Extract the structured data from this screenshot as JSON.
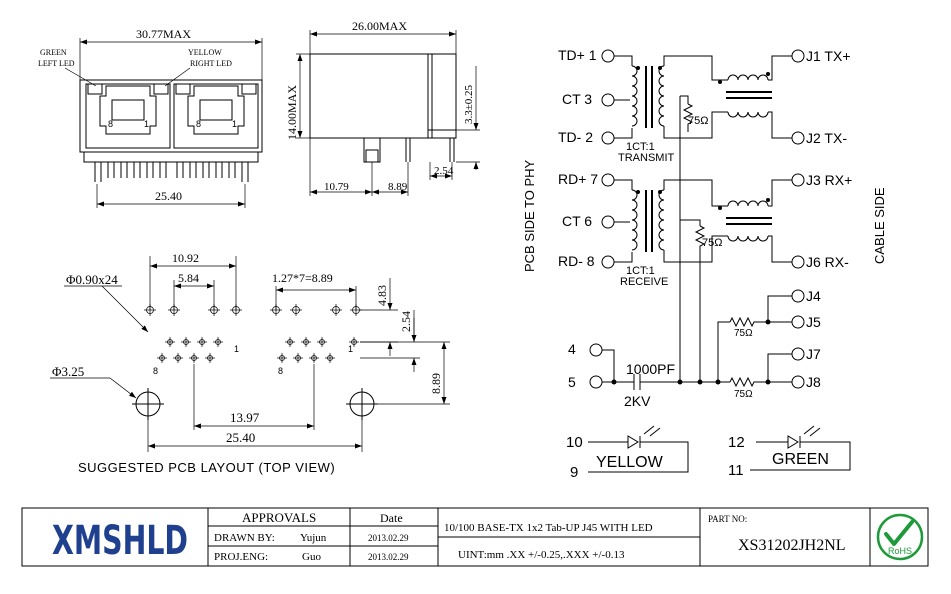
{
  "mechanical": {
    "front_width": "30.77MAX",
    "green_label": "GREEN",
    "green_sub": "LEFT LED",
    "yellow_label": "YELLOW",
    "yellow_sub": "RIGHT LED",
    "pin_8": "8",
    "pin_1": "1",
    "front_span": "25.40",
    "side_length": "26.00MAX",
    "side_height": "14.00MAX",
    "side_lead": "3.3±0.25",
    "side_dim_a": "10.79",
    "side_dim_b": "8.89",
    "side_dim_c": "2.54"
  },
  "pcb_layout": {
    "hole_small": "Φ0.90x24",
    "hole_large": "Φ3.25",
    "dim_1092": "10.92",
    "dim_584": "5.84",
    "dim_pitch": "1.27*7=8.89",
    "dim_483": "4.83",
    "dim_254": "2.54",
    "dim_889": "8.89",
    "dim_1397": "13.97",
    "dim_2540": "25.40",
    "pin_1": "1",
    "pin_8": "8",
    "caption": "SUGGESTED PCB LAYOUT (TOP VIEW)"
  },
  "schematic": {
    "td_plus": "TD+ 1",
    "ct3": "CT  3",
    "td_minus": "TD- 2",
    "rd_plus": "RD+ 7",
    "ct6": "CT  6",
    "rd_minus": "RD- 8",
    "j1": "J1 TX+",
    "j2": "J2 TX-",
    "j3": "J3 RX+",
    "j6": "J6 RX-",
    "j4": "J4",
    "j5": "J5",
    "j7": "J7",
    "j8": "J8",
    "r75_a": "75Ω",
    "r75_b": "75Ω",
    "r75_c": "75Ω",
    "r75_d": "75Ω",
    "ratio_tx": "1CT:1",
    "transmit": "TRANSMIT",
    "ratio_rx": "1CT:1",
    "receive": "RECEIVE",
    "pcb_side": "PCB SIDE TO PHY",
    "cable_side": "CABLE SIDE",
    "pin4": "4",
    "pin5": "5",
    "cap": "1000PF",
    "cap_v": "2KV",
    "led_yellow_a": "10",
    "led_yellow_k": "9",
    "yellow": "YELLOW",
    "led_green_a": "12",
    "led_green_k": "11",
    "green": "GREEN"
  },
  "title_block": {
    "logo": "XMSHLD",
    "approvals": "APPROVALS",
    "date_header": "Date",
    "drawn_label": "DRAWN BY:",
    "drawn_name": "Yujun",
    "drawn_date": "2013.02.29",
    "eng_label": "PROJ.ENG:",
    "eng_name": "Guo",
    "eng_date": "2013.02.29",
    "description": "10/100 BASE-TX 1x2 Tab-UP J45 WITH LED",
    "units": "UINT:mm .XX +/-0.25,.XXX +/-0.13",
    "part_label": "PART NO:",
    "part_no": "XS31202JH2NL",
    "rohs": "RoHS"
  },
  "colors": {
    "rohs_green": "#1e9a3a",
    "logo_blue": "#1f3f8f"
  }
}
